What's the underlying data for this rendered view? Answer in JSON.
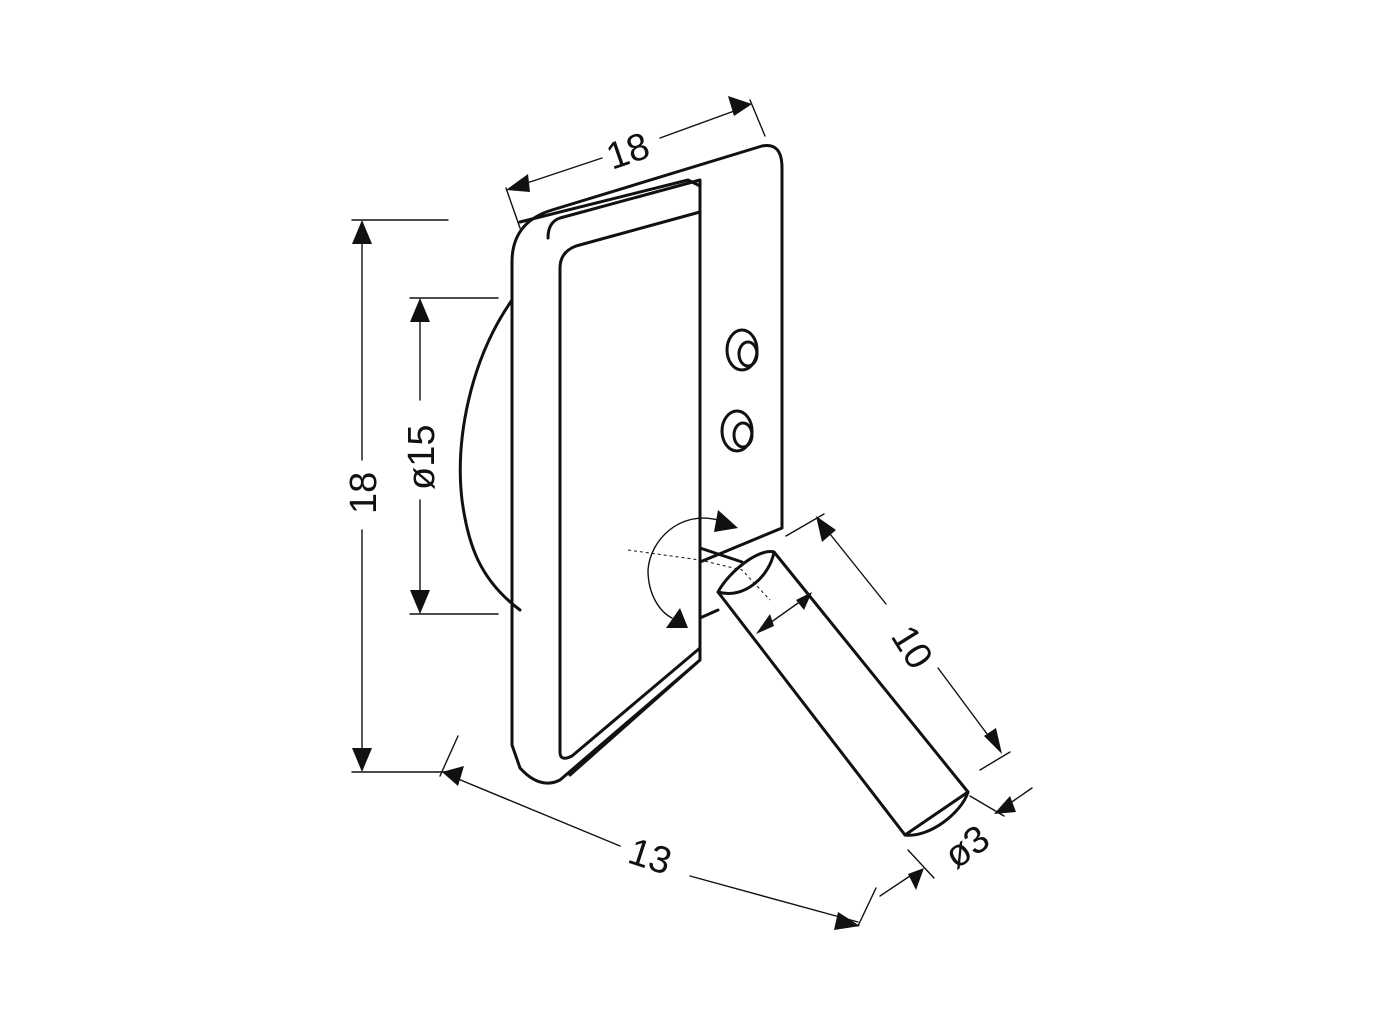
{
  "dimensions": {
    "top_width": "18",
    "height": "18",
    "base_diameter": "ø15",
    "arm_length": "10",
    "depth": "13",
    "arm_diameter": "ø3"
  },
  "colors": {
    "ink": "#111111",
    "background": "#ffffff"
  }
}
